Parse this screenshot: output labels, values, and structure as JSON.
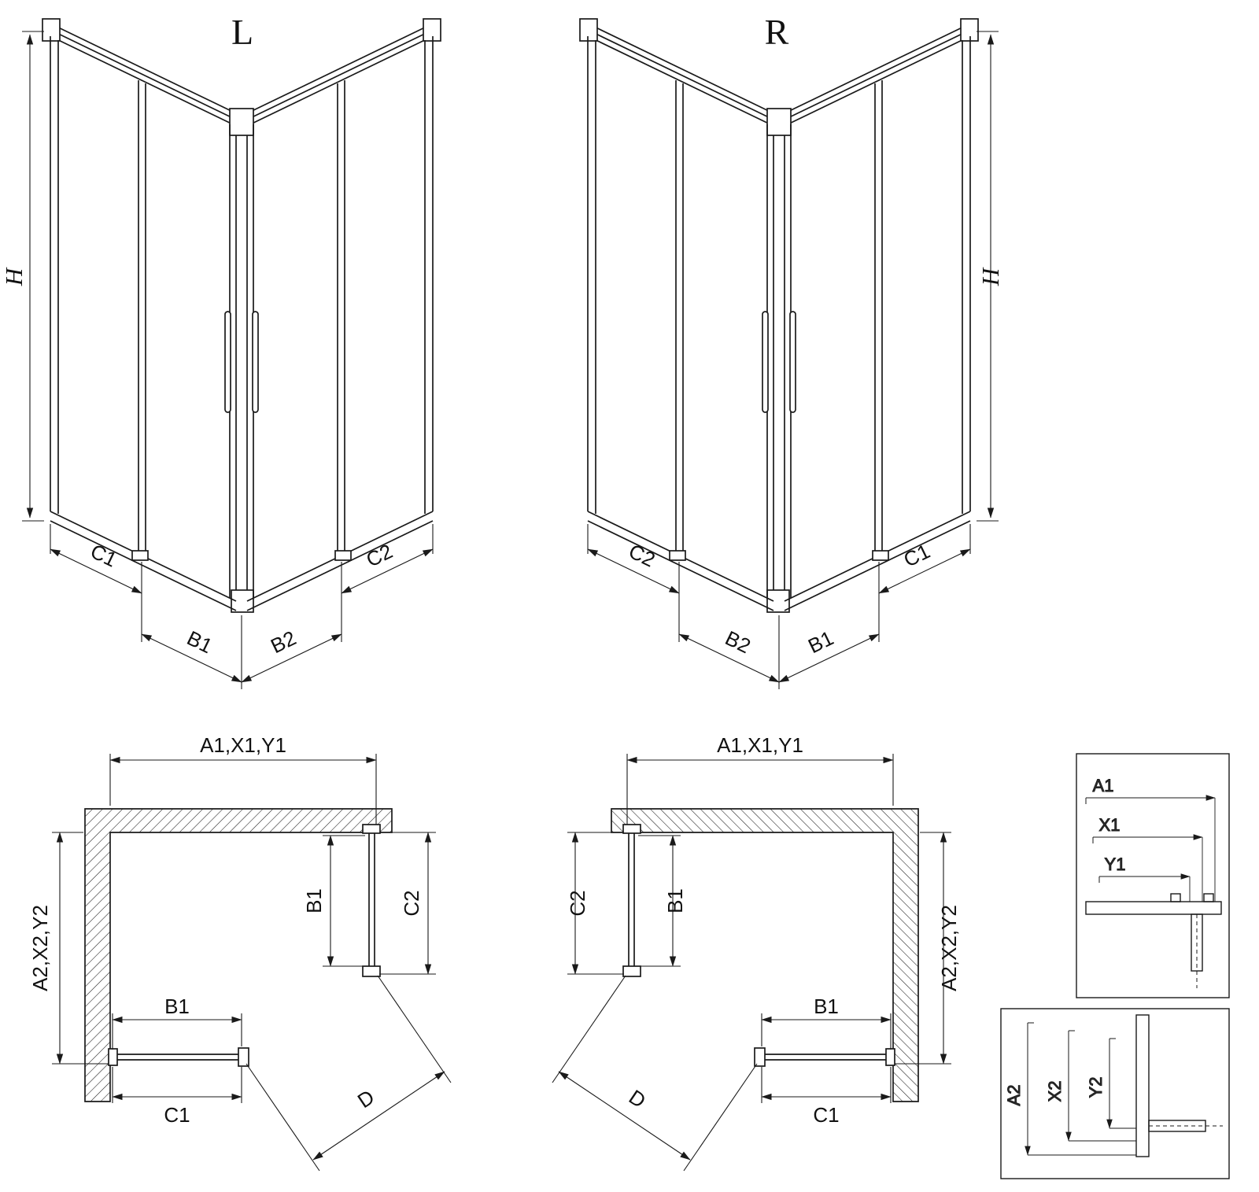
{
  "colors": {
    "line": "#1a1a1a",
    "background": "#ffffff"
  },
  "iso_left": {
    "variant": "L",
    "height": "H",
    "c1": "C1",
    "b1": "B1",
    "b2": "B2",
    "c2": "C2"
  },
  "iso_right": {
    "variant": "R",
    "height": "H",
    "c1": "C1",
    "b1": "B1",
    "b2": "B2",
    "c2": "C2"
  },
  "plan_left": {
    "top": "A1,X1,Y1",
    "side": "A2,X2,Y2",
    "b1_vert": "B1",
    "c2_vert": "C2",
    "b1_horiz": "B1",
    "c1_horiz": "C1",
    "diag": "D"
  },
  "plan_right": {
    "top": "A1,X1,Y1",
    "side": "A2,X2,Y2",
    "b1_vert": "B1",
    "c2_vert": "C2",
    "b1_horiz": "B1",
    "c1_horiz": "C1",
    "diag": "D"
  },
  "detail_width": {
    "a1": "A1",
    "x1": "X1",
    "y1": "Y1"
  },
  "detail_depth": {
    "a2": "A2",
    "x2": "X2",
    "y2": "Y2"
  }
}
